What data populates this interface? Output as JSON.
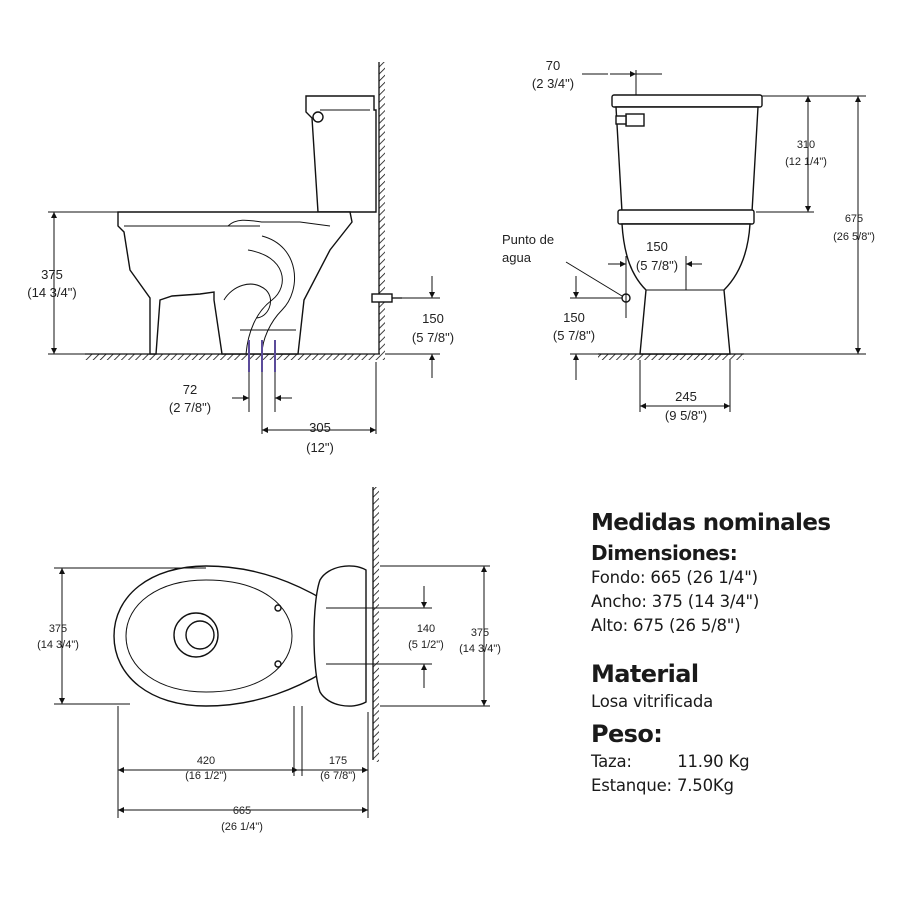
{
  "side_view": {
    "height": {
      "mm": "375",
      "in": "(14 3/4\")"
    },
    "outlet_offset": {
      "mm": "72",
      "in": "(2 7/8\")"
    },
    "rough_in": {
      "mm": "305",
      "in": "(12\")"
    },
    "supply_height": {
      "mm": "150",
      "in": "(5 7/8\")"
    }
  },
  "front_view": {
    "lever": {
      "mm": "70",
      "in": "(2 3/4\")"
    },
    "tank_height": {
      "mm": "310",
      "in": "(12 1/4\")"
    },
    "total_height": {
      "mm": "675",
      "in": "(26 5/8\")"
    },
    "water_point_label": [
      "Punto de",
      "agua"
    ],
    "supply_side": {
      "mm": "150",
      "in": "(5 7/8\")"
    },
    "supply_height": {
      "mm": "150",
      "in": "(5 7/8\")"
    },
    "base_width": {
      "mm": "245",
      "in": "(9 5/8\")"
    }
  },
  "top_view": {
    "bowl_width": {
      "mm": "375",
      "in": "(14 3/4\")"
    },
    "bolt_spacing": {
      "mm": "140",
      "in": "(5 1/2\")"
    },
    "tank_width": {
      "mm": "375",
      "in": "(14 3/4\")"
    },
    "front_to_bolts": {
      "mm": "420",
      "in": "(16 1/2\")"
    },
    "bolts_to_wall": {
      "mm": "175",
      "in": "(6 7/8\")"
    },
    "total_depth": {
      "mm": "665",
      "in": "(26 1/4\")"
    }
  },
  "specs": {
    "title": "Medidas nominales",
    "dimensions_heading": "Dimensiones:",
    "fondo": "Fondo: 665 (26 1/4\")",
    "ancho": "Ancho: 375 (14 3/4\")",
    "alto": "Alto: 675 (26 5/8\")",
    "material_heading": "Material",
    "material_value": "Losa vitrificada",
    "weight_heading": "Peso:",
    "taza": "Taza:         11.90 Kg",
    "estanque": "Estanque: 7.50Kg"
  }
}
